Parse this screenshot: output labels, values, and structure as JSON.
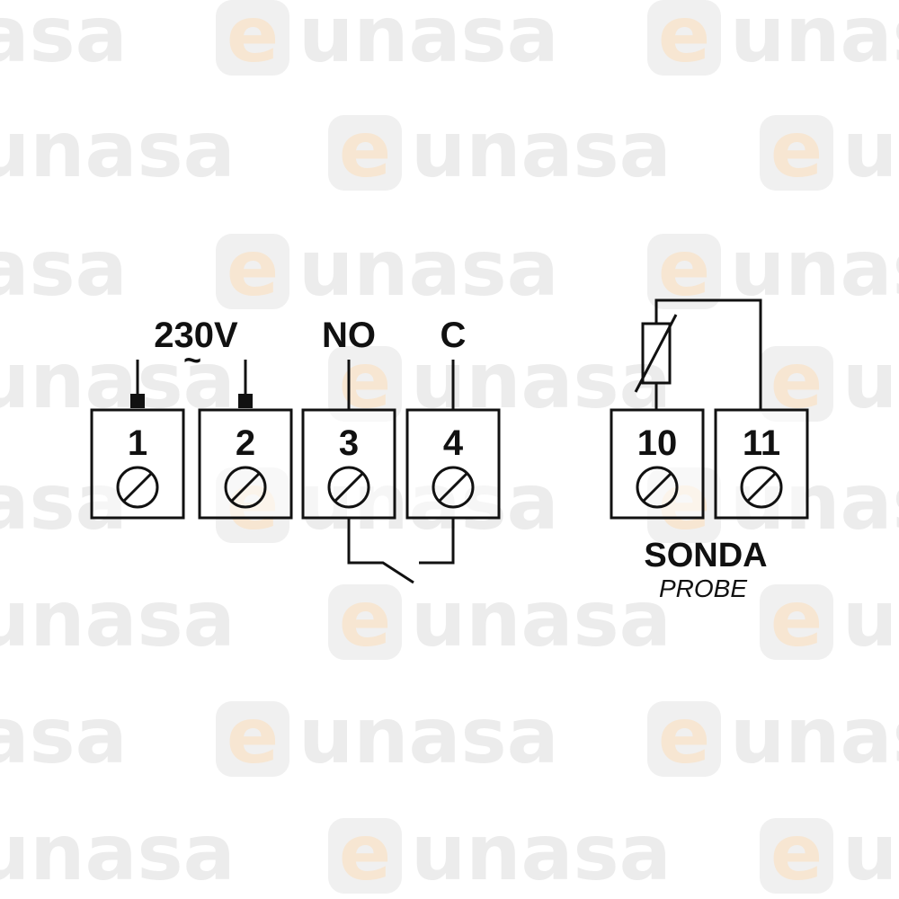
{
  "watermark": {
    "letter": "e",
    "text": "unasa",
    "colors": {
      "e": "#f7e6d2",
      "text": "#ececec"
    }
  },
  "labels": {
    "voltage": "230V",
    "ac_symbol": "~",
    "no": "NO",
    "c": "C",
    "sonda": "SONDA",
    "probe": "PROBE"
  },
  "terminals": [
    {
      "number": "1"
    },
    {
      "number": "2"
    },
    {
      "number": "3"
    },
    {
      "number": "4"
    },
    {
      "number": "10"
    },
    {
      "number": "11"
    }
  ],
  "line_color": "#111111"
}
